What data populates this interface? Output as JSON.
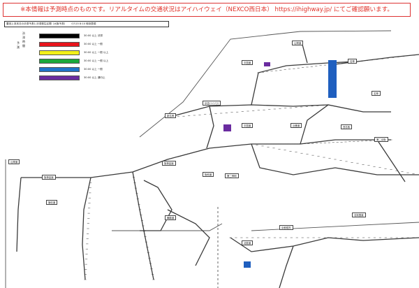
{
  "banner": {
    "text": "※本情報は予測時点のものです。リアルタイムの交通状況はアイハイウェイ（NEXCO西日本） https://ihighway.jp/ にてご確認願います。"
  },
  "header": {
    "title": "豊田上流本日の渋滞予測と渋滞発生区間（大阪予測）",
    "date": "07/15 8:10 時刻表現"
  },
  "legend": {
    "heading_time": "渋滞時間",
    "heading_extra": "予測",
    "items": [
      {
        "label": "30:00 以上 渋滞",
        "color": "#000000"
      },
      {
        "label": "30:00 以上 一般",
        "color": "#e8141c"
      },
      {
        "label": "30:00 以上 一般 以上",
        "color": "#f3ef1a"
      },
      {
        "label": "30:00 以上 一般 以上",
        "color": "#1aa83b"
      },
      {
        "label": "30:00 以上 一般",
        "color": "#1f74c8"
      },
      {
        "label": "30:00 以上 通行止",
        "color": "#6a2ca0"
      }
    ]
  },
  "map": {
    "colors": {
      "road": "#3a3a3a",
      "boundary": "#555555",
      "jam_blue": "#1f5fbf",
      "jam_purple": "#6a2ca0"
    },
    "interchange_boxes": [
      "中国道",
      "山陽道",
      "名神",
      "名神",
      "新名神",
      "京滋バイパス",
      "中国道",
      "近畿道",
      "西名阪",
      "第二京阪",
      "阪神高速",
      "阪和道",
      "第二神明",
      "阪神高速",
      "山陽道",
      "播但道",
      "舞鶴道",
      "北陸道",
      "京都縦貫",
      "名阪国道"
    ]
  }
}
